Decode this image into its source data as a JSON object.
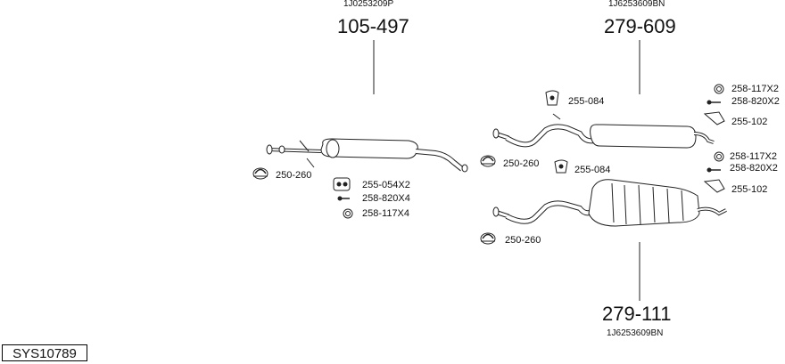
{
  "diagram_id": "SYS10789",
  "groups": {
    "front": {
      "oem": "1J0253209P",
      "part": "105-497"
    },
    "mid": {
      "oem": "1J6253609BN",
      "part": "279-609"
    },
    "rear": {
      "oem": "1J6253609BN",
      "part": "279-111"
    }
  },
  "labels": {
    "f_clamp": "250-260",
    "f_hanger": "255-054X2",
    "f_bolt": "258-820X4",
    "f_ring": "258-117X4",
    "m_hanger_top": "255-084",
    "m_clamp": "250-260",
    "m_hanger_mid": "255-084",
    "m_ring": "258-117X2",
    "m_bolt": "258-820X2",
    "m_bracket": "255-102",
    "r_ring": "258-117X2",
    "r_bolt": "258-820X2",
    "r_bracket": "255-102",
    "r_clamp": "250-260"
  }
}
